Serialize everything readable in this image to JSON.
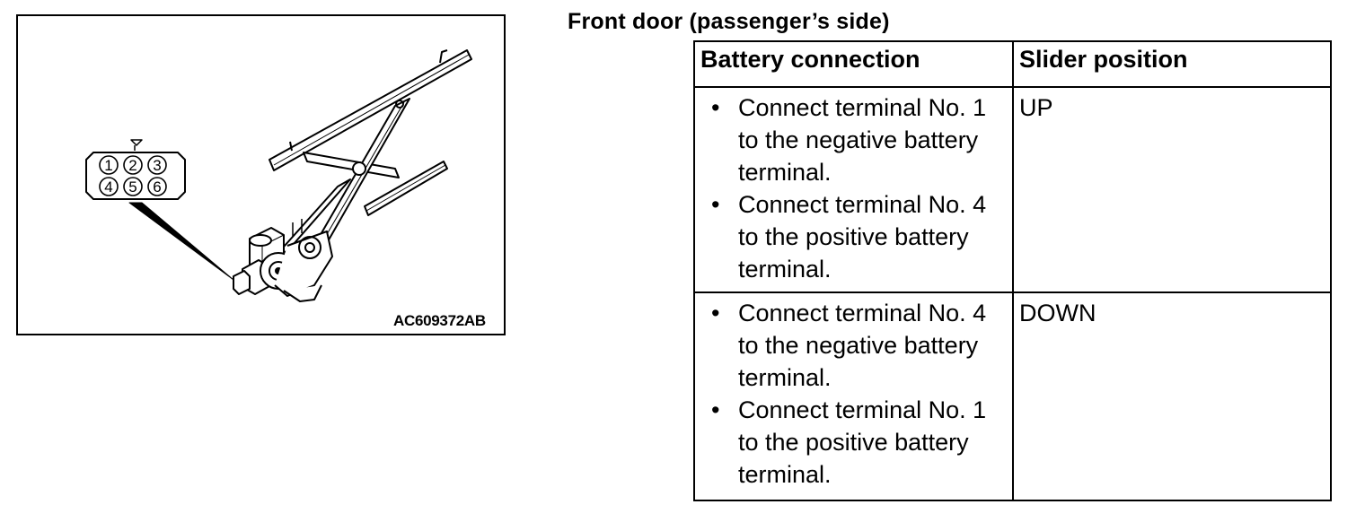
{
  "figure": {
    "id_label": "AC609372AB",
    "connector_pins": [
      "1",
      "2",
      "3",
      "4",
      "5",
      "6"
    ]
  },
  "section_title": "Front door (passenger’s side)",
  "table": {
    "headers": [
      "Battery connection",
      "Slider position"
    ],
    "rows": [
      {
        "steps": [
          "Connect terminal No. 1 to the negative battery terminal.",
          "Connect terminal No. 4 to the positive battery terminal."
        ],
        "position": "UP"
      },
      {
        "steps": [
          "Connect terminal No. 4 to the negative battery terminal.",
          "Connect terminal No. 1 to the positive battery terminal."
        ],
        "position": "DOWN"
      }
    ]
  }
}
